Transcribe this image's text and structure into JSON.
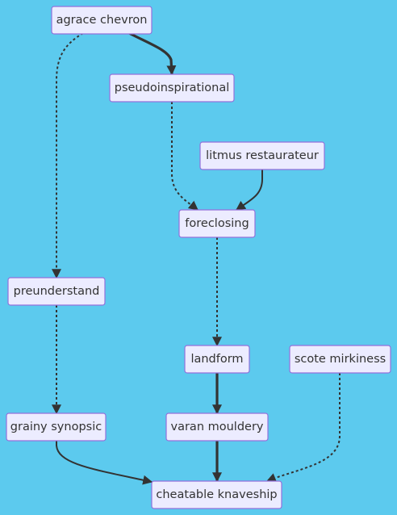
{
  "diagram": {
    "type": "flowchart",
    "colors": {
      "background": "#5ccaee",
      "node_fill": "#ececff",
      "node_border": "#9370db",
      "edge": "#333333",
      "text": "#333333"
    },
    "nodes": {
      "agrace_chevron": "agrace chevron",
      "pseudoinspirational": "pseudoinspirational",
      "litmus_restaurateur": "litmus restaurateur",
      "foreclosing": "foreclosing",
      "preunderstand": "preunderstand",
      "landform": "landform",
      "scote_mirkiness": "scote mirkiness",
      "grainy_synopsic": "grainy synopsic",
      "varan_mouldery": "varan mouldery",
      "cheatable_knaveship": "cheatable knaveship"
    },
    "edges": [
      {
        "from": "agrace_chevron",
        "to": "pseudoinspirational",
        "style": "thick"
      },
      {
        "from": "agrace_chevron",
        "to": "preunderstand",
        "style": "dotted"
      },
      {
        "from": "pseudoinspirational",
        "to": "foreclosing",
        "style": "dotted"
      },
      {
        "from": "litmus_restaurateur",
        "to": "foreclosing",
        "style": "solid"
      },
      {
        "from": "foreclosing",
        "to": "landform",
        "style": "dotted"
      },
      {
        "from": "preunderstand",
        "to": "grainy_synopsic",
        "style": "dotted"
      },
      {
        "from": "landform",
        "to": "varan_mouldery",
        "style": "thick"
      },
      {
        "from": "grainy_synopsic",
        "to": "cheatable_knaveship",
        "style": "solid"
      },
      {
        "from": "varan_mouldery",
        "to": "cheatable_knaveship",
        "style": "thick"
      },
      {
        "from": "scote_mirkiness",
        "to": "cheatable_knaveship",
        "style": "dotted"
      }
    ]
  }
}
